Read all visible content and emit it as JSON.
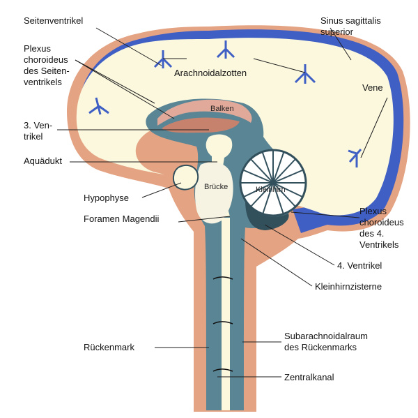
{
  "colors": {
    "csf_space": "#fbf8de",
    "venous_blue": "#3f5fc4",
    "dura_salmon": "#e4a383",
    "tissue_teal": "#5a8595",
    "tissue_dark": "#324f5c",
    "callosum_pink": "#e0a99a",
    "cerebellum_white": "#ffffff",
    "leader_line": "#1e1e1e"
  },
  "labels": {
    "seitenventrikel": "Seitenventrikel",
    "plexus_seiten": "Plexus\nchoroideus\ndes Seiten-\nventrikels",
    "ventrikel3": "3. Ven-\ntrikel",
    "aquaedukt": "Aquädukt",
    "hypophyse": "Hypophyse",
    "foramen": "Foramen Magendii",
    "rueckenmark": "Rückenmark",
    "sinus": "Sinus sagittalis\nsuperior",
    "arachnoidalzotten": "Arachnoidalzotten",
    "vene": "Vene",
    "plexus4": "Plexus\nchoroideus\ndes 4.\nVentrikels",
    "ventrikel4": "4. Ventrikel",
    "kleinhirnzisterne": "Kleinhirnzisterne",
    "subarachnoidal": "Subarachnoidalraum\ndes Rückenmarks",
    "zentralkanal": "Zentralkanal",
    "balken": "Balken",
    "bruecke": "Brücke",
    "kleinhirn": "Kleinhirn"
  }
}
